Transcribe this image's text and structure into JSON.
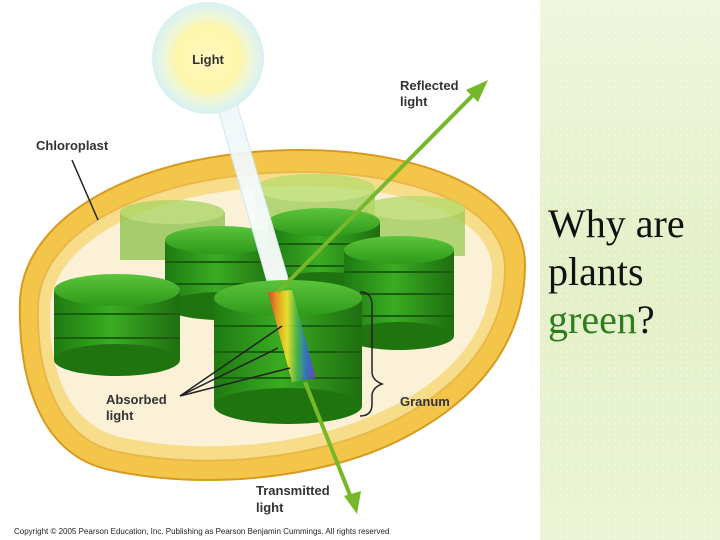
{
  "diagram": {
    "labels": {
      "light": "Light",
      "reflected_1": "Reflected",
      "reflected_2": "light",
      "chloroplast": "Chloroplast",
      "absorbed_1": "Absorbed",
      "absorbed_2": "light",
      "granum": "Granum",
      "transmitted_1": "Transmitted",
      "transmitted_2": "light"
    },
    "copyright": "Copyright © 2005 Pearson Education, Inc. Publishing as Pearson Benjamin Cummings. All rights reserved"
  },
  "question": {
    "line1": "Why are",
    "line2": "plants",
    "line3": "green",
    "line3_end": "?"
  },
  "colors": {
    "panel_bg": "#e4f0c8",
    "accent_green": "#2e7d1e",
    "arrow_green": "#76b82a",
    "chloroplast_outer": "#f3c64a",
    "granum_green": "#2f9a1c"
  }
}
